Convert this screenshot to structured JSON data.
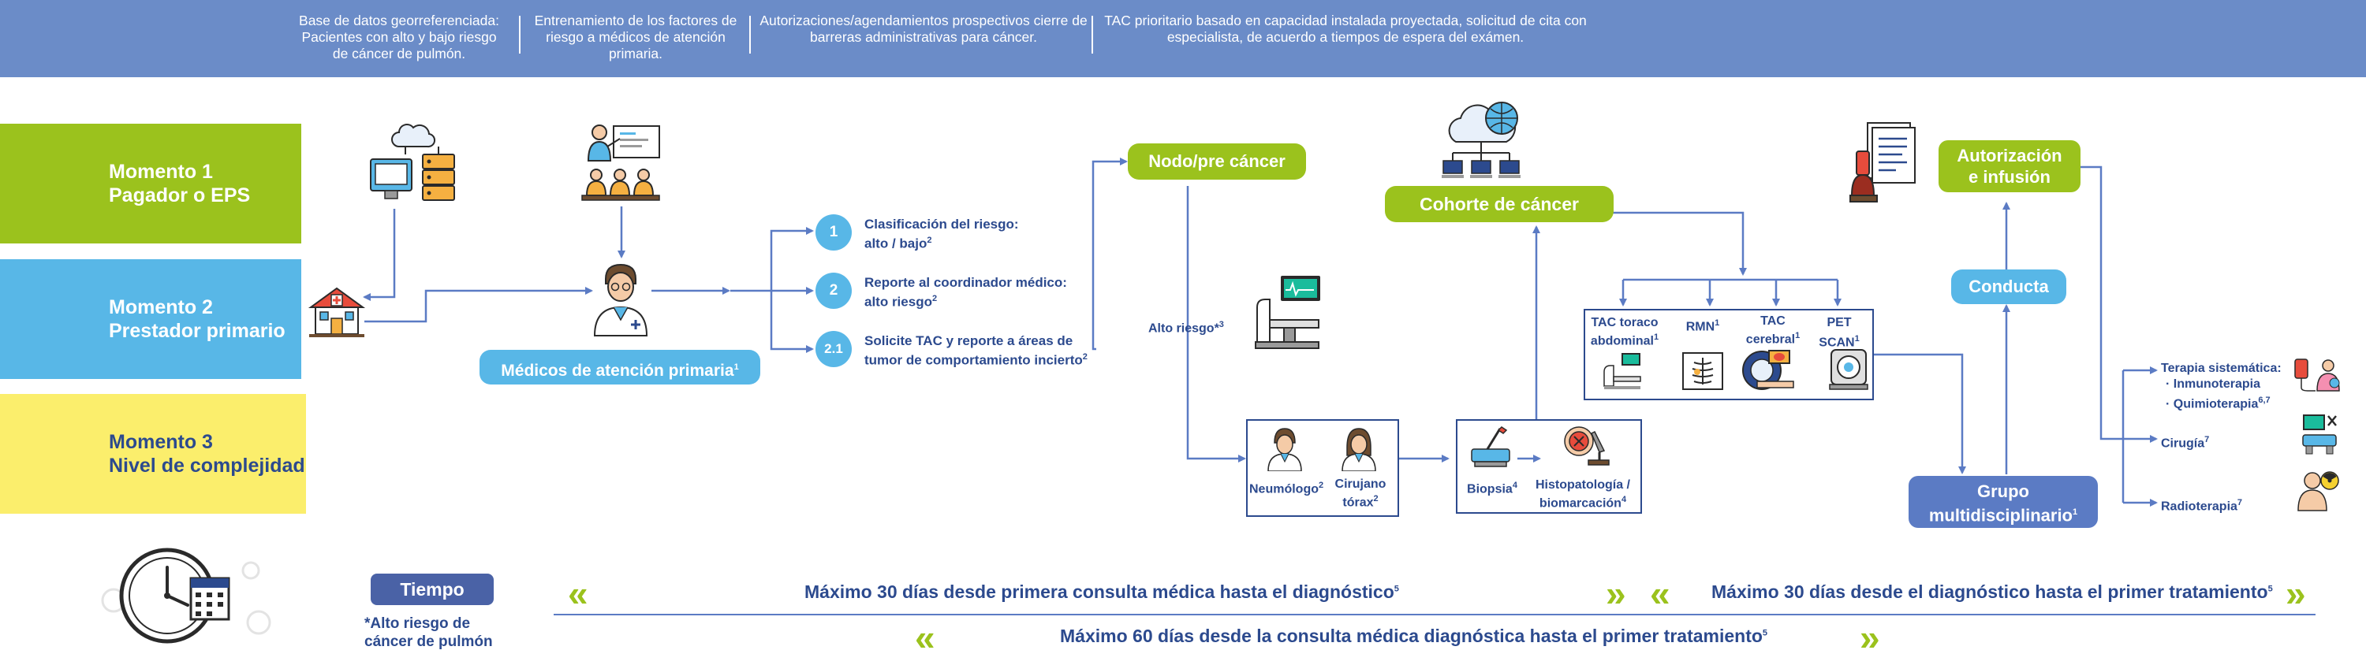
{
  "banner": {
    "note1": "Base de datos georreferenciada: Pacientes con alto y bajo riesgo de cáncer de pulmón.",
    "note2": "Entrenamiento de los factores de riesgo a médicos de atención primaria.",
    "note3": "Autorizaciones/agendamientos prospectivos cierre de barreras administrativas para cáncer.",
    "note4": "TAC prioritario basado en capacidad instalada proyectada, solicitud de cita con especialista, de acuerdo a tiempos de espera del exámen."
  },
  "lanes": {
    "m1_line1": "Momento 1",
    "m1_line2": "Pagador o EPS",
    "m2_line1": "Momento 2",
    "m2_line2": "Prestador primario",
    "m3_line1": "Momento 3",
    "m3_line2": "Nivel de complejidad"
  },
  "primary": {
    "label": "Médicos de atención primaria",
    "sup": "1"
  },
  "steps": [
    {
      "num": "1",
      "line1": "Clasificación del riesgo:",
      "line2": "alto / bajo",
      "sup": "2"
    },
    {
      "num": "2",
      "line1": "Reporte al coordinador médico:",
      "line2": "alto riesgo",
      "sup": "2"
    },
    {
      "num": "2.1",
      "line1": "Solicite TAC y reporte a áreas de",
      "line2": "tumor de comportamiento incierto",
      "sup": "2"
    }
  ],
  "nodo": {
    "label": "Nodo/pre cáncer"
  },
  "alto_riesgo": {
    "label": "Alto riesgo*",
    "sup": "3"
  },
  "specialists": [
    {
      "line1": "Neumólogo",
      "sup": "2"
    },
    {
      "line1": "Cirujano",
      "line2": "tórax",
      "sup": "2"
    }
  ],
  "biopsy": {
    "label": "Biopsia",
    "sup": "4"
  },
  "histo": {
    "line1": "Histopatología /",
    "line2": "biomarcación",
    "sup": "4"
  },
  "cohorte": {
    "label": "Cohorte de cáncer"
  },
  "imaging": [
    {
      "line1": "TAC toraco",
      "line2": "abdominal",
      "sup": "1"
    },
    {
      "line1": "RMN",
      "sup": "1"
    },
    {
      "line1": "TAC",
      "line2": "cerebral",
      "sup": "1"
    },
    {
      "line1": "PET SCAN",
      "sup": "1"
    }
  ],
  "grupo": {
    "line1": "Grupo",
    "line2": "multidisciplinario",
    "sup": "1"
  },
  "conducta": {
    "label": "Conducta"
  },
  "autorizacion": {
    "line1": "Autorización",
    "line2": "e infusión"
  },
  "treatments": {
    "terapia": "Terapia sistemática:",
    "inmuno": "· Inmunoterapia",
    "quimio": "· Quimioterapia",
    "quimio_sup": "6,7",
    "cirugia": "Cirugía",
    "cirugia_sup": "7",
    "radio": "Radioterapia",
    "radio_sup": "7"
  },
  "timeline": {
    "tiempo": "Tiempo",
    "footnote_line1": "*Alto riesgo de",
    "footnote_line2": "cáncer de pulmón",
    "t1": "Máximo 30 días desde primera consulta médica hasta el diagnóstico",
    "t1_sup": "5",
    "t2": "Máximo 30 días desde el diagnóstico hasta el primer tratamiento",
    "t2_sup": "5",
    "t3": "Máximo 60 días desde la consulta médica diagnóstica hasta el primer tratamiento",
    "t3_sup": "5"
  },
  "colors": {
    "banner": "#6b8cc8",
    "green": "#9bc21d",
    "light_blue": "#58b7e7",
    "yellow": "#fbee6c",
    "navy": "#2c4a8e",
    "line": "#5b7bc4"
  }
}
